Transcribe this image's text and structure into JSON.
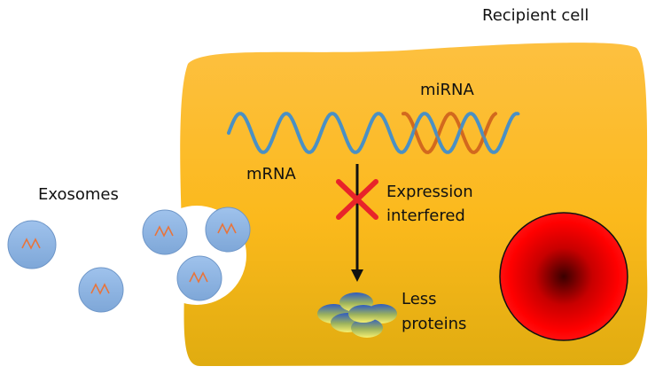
{
  "labels": {
    "recipient_cell": "Recipient cell",
    "mirna": "miRNA",
    "mrna": "mRNA",
    "exosomes": "Exosomes",
    "expression_line1": "Expression",
    "expression_line2": "interfered",
    "proteins_line1": "Less",
    "proteins_line2": "proteins"
  },
  "colors": {
    "cell_fill": "#FDBE2A",
    "mrna_strand": "#4A90C4",
    "mirna_strand": "#D2691E",
    "exosome_fill": "#8DB4E2",
    "exosome_rna": "#E8743B",
    "inhibition_cross": "#E8232A",
    "nucleus": "#FF0000",
    "protein_yellow": "#F2EC6E",
    "protein_blue": "#3C63C2"
  },
  "icons": {
    "block": "x-mark-icon",
    "pathway": "arrow-down-icon"
  }
}
